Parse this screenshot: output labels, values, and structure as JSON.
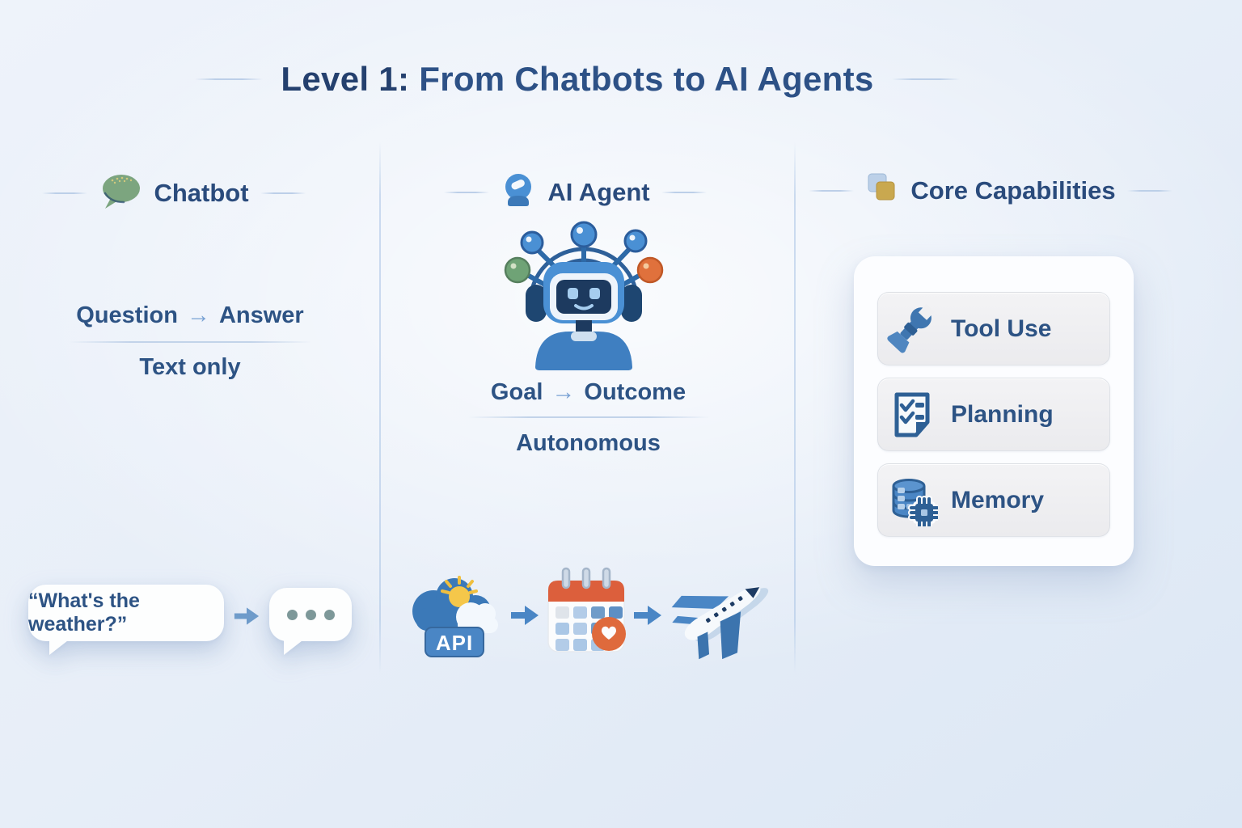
{
  "title": {
    "level": "Level 1:",
    "rest": "From Chatbots to AI Agents"
  },
  "chatbot": {
    "header": "Chatbot",
    "header_icon": "chat-bubble-icon",
    "flow_from": "Question",
    "flow_arrow": "→",
    "flow_to": "Answer",
    "mode": "Text only",
    "question": "“What's the weather?”",
    "typing_indicator_icon": "typing-dots-icon",
    "arrow_icon": "arrow-icon"
  },
  "agent": {
    "header": "AI Agent",
    "header_icon": "robot-head-icon",
    "robot_icon": "robot-illustration",
    "flow_from": "Goal",
    "flow_arrow": "→",
    "flow_to": "Outcome",
    "mode": "Autonomous",
    "api_label": "API",
    "pipeline_icons": [
      "weather-api-cloud-icon",
      "arrow-icon",
      "calendar-icon",
      "arrow-icon",
      "airplane-icon"
    ]
  },
  "capabilities": {
    "header": "Core Capabilities",
    "header_icon": "stacked-squares-icon",
    "items": [
      {
        "label": "Tool Use",
        "icon": "wrench-icon"
      },
      {
        "label": "Planning",
        "icon": "checklist-icon"
      },
      {
        "label": "Memory",
        "icon": "database-chip-icon"
      }
    ]
  },
  "colors": {
    "title_text": "#2b4d7e",
    "body_text": "#2d5384",
    "accent_blue": "#4a86c5",
    "navy": "#1d3a5f",
    "bubble_green": "#7ca57f",
    "node_green": "#6fa376",
    "node_orange": "#e0713c",
    "calendar_orange": "#dc5f3c",
    "gold": "#c9a84f",
    "card_bg": "#fcfdff",
    "item_bg": "#efeff1",
    "divider": "#c2d3e9",
    "background": "#e7eef8"
  }
}
